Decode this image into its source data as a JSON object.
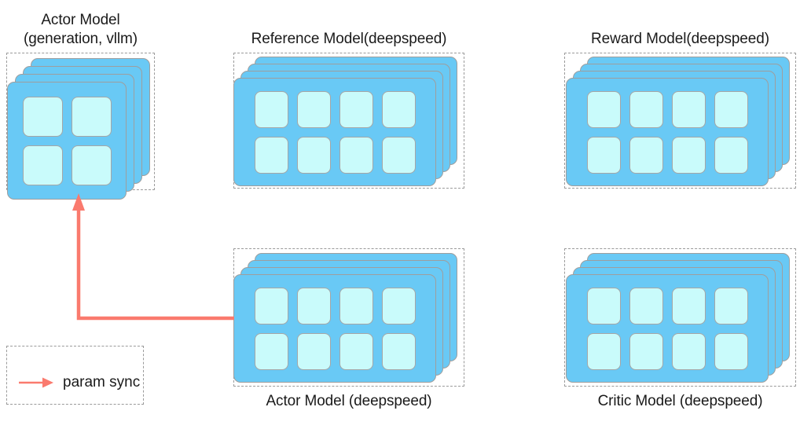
{
  "diagram": {
    "title_color": "#1a1a1a",
    "card_color": "#69c9f5",
    "cell_color": "#c9fbfb",
    "border_color": "#9e9e9e",
    "dashed_color": "#9a9a9a",
    "arrow_color": "#fa7a6e",
    "background": "#ffffff"
  },
  "groups": [
    {
      "id": "actor-vllm",
      "label": "Actor Model\n(generation, vllm)",
      "label_position": "above",
      "card_shape": "square",
      "card_count": 4,
      "cells": 4,
      "cell_rows": 2,
      "cell_cols": 2
    },
    {
      "id": "reference-model",
      "label": "Reference Model(deepspeed)",
      "label_position": "above",
      "card_shape": "wide",
      "card_count": 4,
      "cells": 8,
      "cell_rows": 2,
      "cell_cols": 4
    },
    {
      "id": "reward-model",
      "label": "Reward Model(deepspeed)",
      "label_position": "above",
      "card_shape": "wide",
      "card_count": 4,
      "cells": 8,
      "cell_rows": 2,
      "cell_cols": 4
    },
    {
      "id": "actor-deepspeed",
      "label": "Actor Model (deepspeed)",
      "label_position": "below",
      "card_shape": "wide",
      "card_count": 4,
      "cells": 8,
      "cell_rows": 2,
      "cell_cols": 4
    },
    {
      "id": "critic-model",
      "label": "Critic Model (deepspeed)",
      "label_position": "below",
      "card_shape": "wide",
      "card_count": 4,
      "cells": 8,
      "cell_rows": 2,
      "cell_cols": 4
    }
  ],
  "connector": {
    "name": "param-sync-arrow",
    "from": "actor-deepspeed",
    "to": "actor-vllm",
    "color": "#fa7a6e"
  },
  "legend": {
    "label": "param sync",
    "arrow_color": "#fa7a6e"
  }
}
